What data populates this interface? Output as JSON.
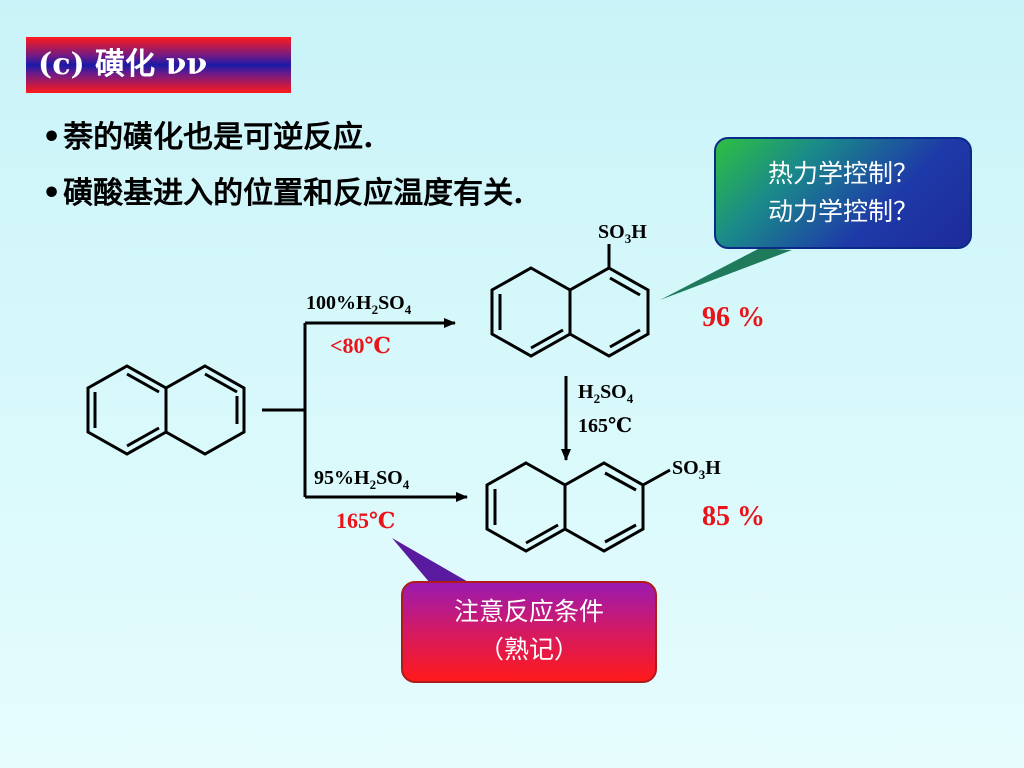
{
  "title": "(c) 磺化 νν",
  "bullets": [
    "萘的磺化也是可逆反应.",
    "磺酸基进入的位置和反应温度有关."
  ],
  "callout_top": {
    "line1": "热力学控制？",
    "line2": "动力学控制？"
  },
  "callout_bottom": {
    "line1": "注意反应条件",
    "line2": "（熟记）"
  },
  "reaction": {
    "upper": {
      "reagent_num": "100",
      "reagent_unit": "%",
      "reagent_name": "H",
      "h_sub": "2",
      "so": "SO",
      "so_sub": "4",
      "temperature": "<80℃",
      "product_group": "SO",
      "group_sub": "3",
      "group_h": "H",
      "yield": "96 %"
    },
    "lower": {
      "reagent_num": "95",
      "reagent_unit": "%",
      "reagent_name": "H",
      "h_sub": "2",
      "so": "SO",
      "so_sub": "4",
      "temperature": "165℃",
      "product_group": "SO",
      "group_sub": "3",
      "group_h": "H",
      "yield": "85 %"
    },
    "conversion": {
      "reagent_name": "H",
      "h_sub": "2",
      "so": "SO",
      "so_sub": "4",
      "temperature": "165℃"
    }
  },
  "colors": {
    "accent_red": "#e8141a",
    "line": "#000000",
    "callout_blue": "#1e3aa8",
    "callout_red": "#ff1a1a"
  }
}
